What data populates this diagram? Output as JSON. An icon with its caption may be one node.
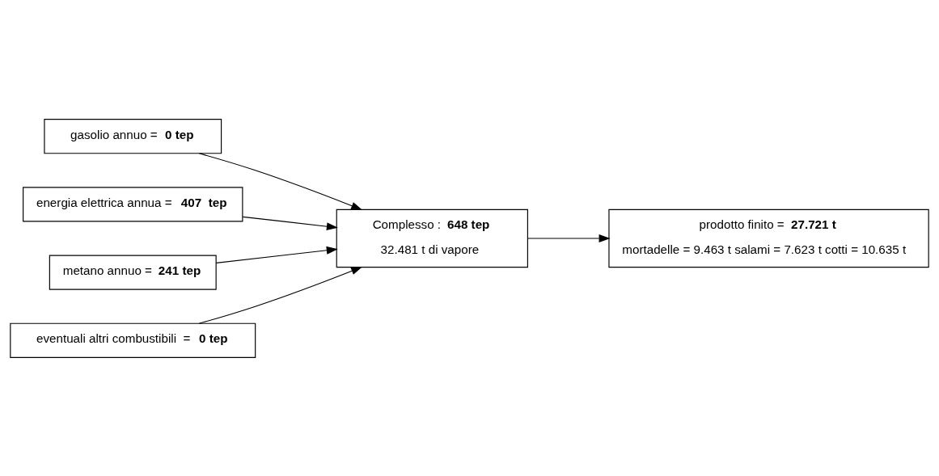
{
  "diagram": {
    "nodes": [
      {
        "text": [
          "gasolio annuo = **0 tep**"
        ]
      },
      {
        "text": [
          "energia elettrica annua = **407  tep**"
        ]
      },
      {
        "text": [
          "Complesso : **648 tep**",
          "32.481 t di vapore"
        ]
      },
      {
        "text": [
          "metano annuo = **241 tep**"
        ]
      },
      {
        "text": [
          "eventuali altri combustibili  = **0 tep**"
        ]
      },
      {
        "text": [
          "prodotto finito = **27.721 t**",
          "mortadelle = 9.463 t salami = 7.623 t cotti = 10.635 t"
        ]
      }
    ],
    "edges": [
      {
        "from": 0,
        "to": 2,
        "arrow": "to"
      },
      {
        "from": 1,
        "to": 2,
        "arrow": "to"
      },
      {
        "from": 3,
        "to": 2,
        "arrow": "to"
      },
      {
        "from": 4,
        "to": 2,
        "arrow": "to"
      },
      {
        "from": 2,
        "to": 5,
        "arrow": "to"
      }
    ]
  }
}
